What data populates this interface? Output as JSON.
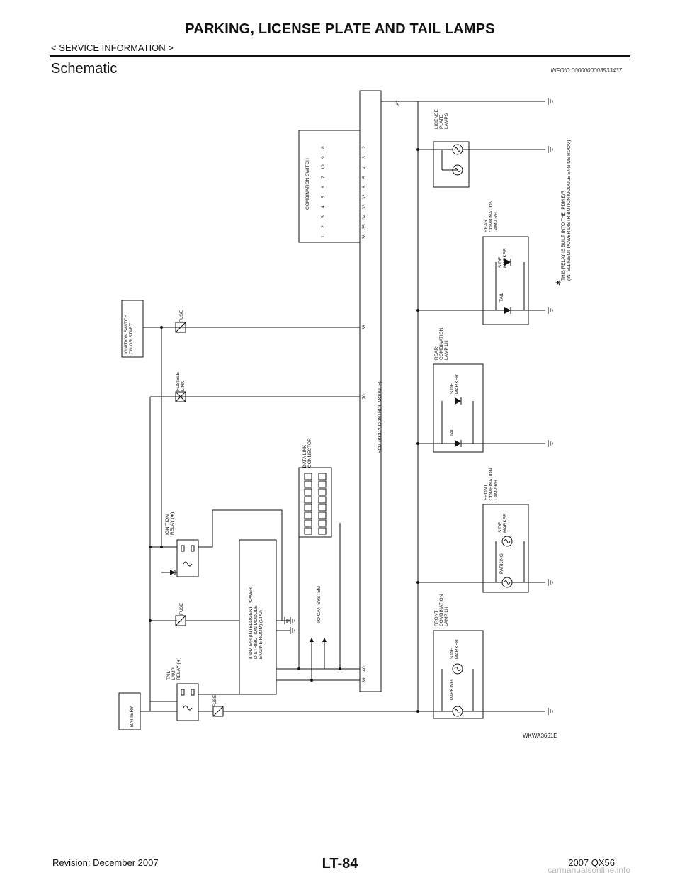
{
  "header": {
    "title": "PARKING, LICENSE PLATE AND TAIL LAMPS",
    "section": "< SERVICE INFORMATION >",
    "heading": "Schematic",
    "info_id": "INFOID:0000000003533437"
  },
  "diagram": {
    "figure_code": "WKWA3661E",
    "labels": {
      "battery": "BATTERY",
      "ignition_switch": [
        "IGNITION SWITCH",
        "ON OR START"
      ],
      "fuse": "FUSE",
      "fusible_link": [
        "FUSIBLE",
        "LINK"
      ],
      "tail_lamp_relay": [
        "TAIL",
        "LAMP",
        "RELAY (∗)"
      ],
      "ignition_relay": [
        "IGNITION",
        "RELAY (∗)"
      ],
      "ipdm": [
        "IPDM E/R (INTELLIGENT POWER",
        "DISTRIBUTION MODULE",
        "ENGINE ROOM) (CPU)"
      ],
      "to_can_system": "TO CAN SYSTEM",
      "data_link_connector": [
        "DATA LINK",
        "CONNECTOR"
      ],
      "bcm": "BCM (BODY CONTROL MODULE)",
      "combination_switch": "COMBINATION SWITCH",
      "combination_switch_pins": [
        "1",
        "2",
        "3",
        "4",
        "5",
        "6",
        "7",
        "10",
        "9",
        "8"
      ],
      "bcm_combi_pins": [
        "38",
        "35",
        "34",
        "33",
        "32",
        "6",
        "5",
        "4",
        "3",
        "2"
      ],
      "bcm_pin_67": "67",
      "bcm_pin_38": "38",
      "bcm_pin_70": "70",
      "bcm_pin_39": "39",
      "bcm_pin_40": "40",
      "front_lh": [
        "FRONT",
        "COMBINATION",
        "LAMP LH"
      ],
      "front_rh": [
        "FRONT",
        "COMBINATION",
        "LAMP RH"
      ],
      "rear_lh": [
        "REAR",
        "COMBINATION",
        "LAMP LH"
      ],
      "rear_rh": [
        "REAR",
        "COMBINATION",
        "LAMP RH"
      ],
      "license": [
        "LICENSE",
        "PLATE",
        "LAMPS"
      ],
      "parking": "PARKING",
      "side_marker": [
        "SIDE",
        "MARKER"
      ],
      "tail": "TAIL",
      "note_star": "∗",
      "note": [
        "THIS RELAY IS BUILT INTO THE IPDM E/R",
        "(INTELLIGENT POWER DISTRIBUTION MODULE ENGINE ROOM)"
      ]
    }
  },
  "footer": {
    "page": "LT-84",
    "revision": "Revision: December 2007",
    "model": "2007 QX56",
    "watermark": "carmanualsonline.info"
  }
}
